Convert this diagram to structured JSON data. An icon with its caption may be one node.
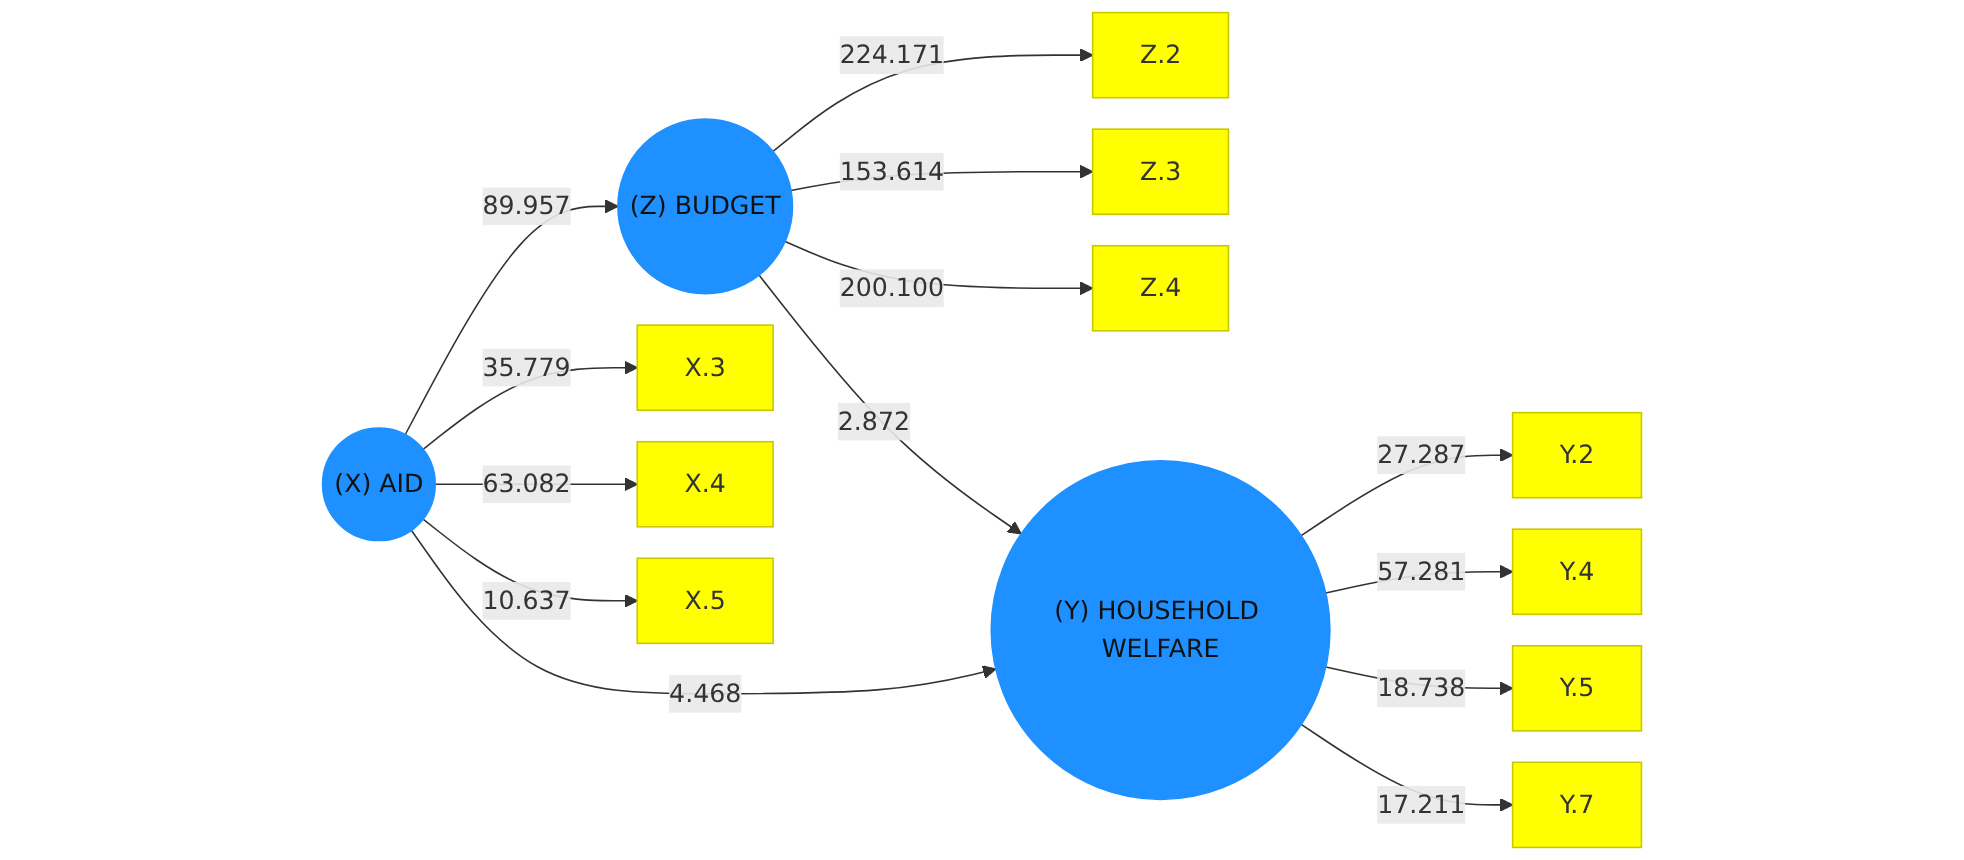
{
  "diagram": {
    "nodes": [
      {
        "text": [
          "Z.2"
        ]
      },
      {
        "text": [
          "Z.3"
        ]
      },
      {
        "text": [
          "Z.4"
        ]
      },
      {
        "text": [
          "(Z) BUDGET"
        ]
      },
      {
        "text": [
          "X.3"
        ]
      },
      {
        "text": [
          "X.4"
        ]
      },
      {
        "text": [
          "X.5"
        ]
      },
      {
        "text": [
          "(X) AID"
        ]
      },
      {
        "text": [
          "(Y) HOUSEHOLD WELFARE"
        ]
      },
      {
        "text": [
          "Y.2"
        ]
      },
      {
        "text": [
          "Y.4"
        ]
      },
      {
        "text": [
          "Y.5"
        ]
      },
      {
        "text": [
          "Y.7"
        ]
      }
    ],
    "edges": [
      {
        "from": 3,
        "to": 0,
        "arrow": "to",
        "label": "224.171"
      },
      {
        "from": 3,
        "to": 1,
        "arrow": "to",
        "label": "153.614"
      },
      {
        "from": 3,
        "to": 2,
        "arrow": "to",
        "label": "200.100"
      },
      {
        "from": 7,
        "to": 4,
        "arrow": "to",
        "label": "35.779"
      },
      {
        "from": 7,
        "to": 5,
        "arrow": "to",
        "label": "63.082"
      },
      {
        "from": 7,
        "to": 6,
        "arrow": "to",
        "label": "10.637"
      },
      {
        "from": 7,
        "to": 3,
        "arrow": "to",
        "label": "89.957"
      },
      {
        "from": 3,
        "to": 8,
        "arrow": "to",
        "label": "2.872"
      },
      {
        "from": 7,
        "to": 8,
        "arrow": "to",
        "label": "4.468"
      },
      {
        "from": 8,
        "to": 9,
        "arrow": "to",
        "label": "27.287"
      },
      {
        "from": 8,
        "to": 10,
        "arrow": "to",
        "label": "57.281"
      },
      {
        "from": 8,
        "to": 11,
        "arrow": "to",
        "label": "18.738"
      },
      {
        "from": 8,
        "to": 12,
        "arrow": "to",
        "label": "17.211"
      }
    ]
  }
}
